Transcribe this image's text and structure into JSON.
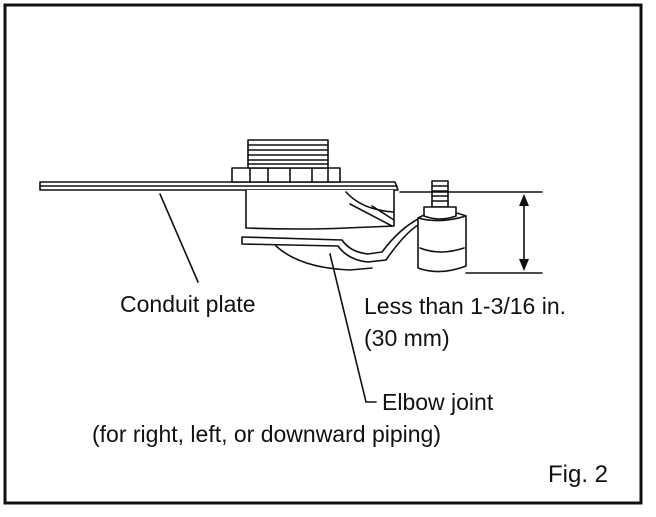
{
  "figure": {
    "conduit_label": "Conduit plate",
    "dimension_label_line1": "Less than 1-3/16 in.",
    "dimension_label_line2": "(30 mm)",
    "elbow_label_line1": "Elbow joint",
    "elbow_label_line2": "(for right, left, or downward piping)",
    "fig_number": "Fig. 2"
  },
  "colors": {
    "line": "#111111",
    "background": "#ffffff"
  }
}
